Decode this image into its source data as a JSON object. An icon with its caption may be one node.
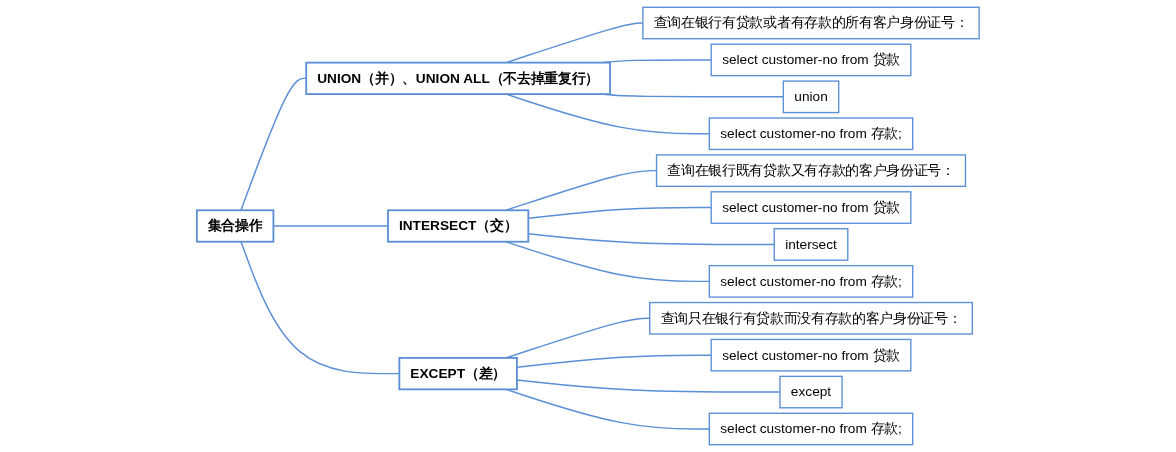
{
  "diagram": {
    "nodes": [
      {
        "text": [
          "集合操作"
        ]
      },
      {
        "text": [
          "UNION（并）、UNION ALL（不去掉重复行）"
        ]
      },
      {
        "text": [
          "查询在银行有贷款或者有存款的所有客户身份证号："
        ]
      },
      {
        "text": [
          "select customer-no from 贷款"
        ]
      },
      {
        "text": [
          "union"
        ]
      },
      {
        "text": [
          "select customer-no from 存款;"
        ]
      },
      {
        "text": [
          "INTERSECT（交）"
        ]
      },
      {
        "text": [
          "查询在银行既有贷款又有存款的客户身份证号："
        ]
      },
      {
        "text": [
          "select customer-no from 贷款"
        ]
      },
      {
        "text": [
          "intersect"
        ]
      },
      {
        "text": [
          "select customer-no from 存款;"
        ]
      },
      {
        "text": [
          "EXCEPT（差）"
        ]
      },
      {
        "text": [
          "查询只在银行有贷款而没有存款的客户身份证号："
        ]
      },
      {
        "text": [
          "select customer-no from 贷款"
        ]
      },
      {
        "text": [
          "except"
        ]
      },
      {
        "text": [
          "select customer-no from 存款;"
        ]
      }
    ],
    "edges": [
      {
        "from": 0,
        "to": 1,
        "arrow": "none"
      },
      {
        "from": 0,
        "to": 6,
        "arrow": "none"
      },
      {
        "from": 0,
        "to": 11,
        "arrow": "none"
      },
      {
        "from": 1,
        "to": 2,
        "arrow": "none"
      },
      {
        "from": 1,
        "to": 3,
        "arrow": "none"
      },
      {
        "from": 1,
        "to": 4,
        "arrow": "none"
      },
      {
        "from": 1,
        "to": 5,
        "arrow": "none"
      },
      {
        "from": 6,
        "to": 7,
        "arrow": "none"
      },
      {
        "from": 6,
        "to": 8,
        "arrow": "none"
      },
      {
        "from": 6,
        "to": 9,
        "arrow": "none"
      },
      {
        "from": 6,
        "to": 10,
        "arrow": "none"
      },
      {
        "from": 11,
        "to": 12,
        "arrow": "none"
      },
      {
        "from": 11,
        "to": 13,
        "arrow": "none"
      },
      {
        "from": 11,
        "to": 14,
        "arrow": "none"
      },
      {
        "from": 11,
        "to": 15,
        "arrow": "none"
      }
    ]
  }
}
